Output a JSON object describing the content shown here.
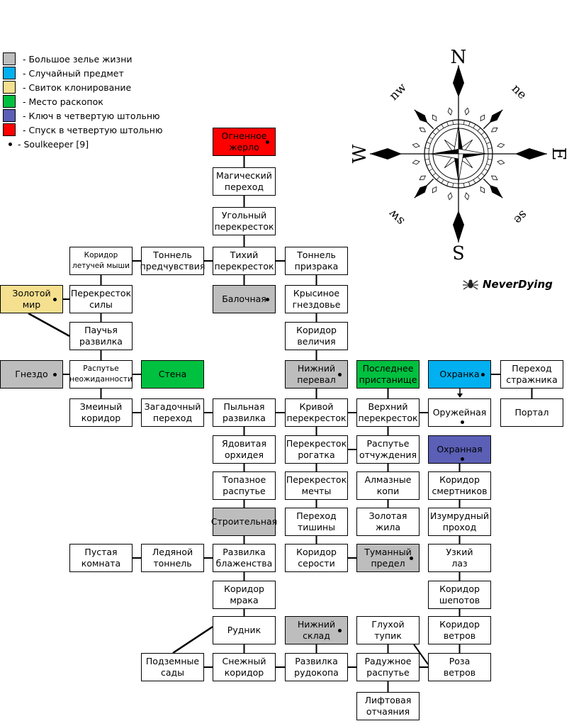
{
  "legend": [
    {
      "color": "#bdbdbd",
      "label": "- Большое зелье жизни"
    },
    {
      "color": "#00b0f0",
      "label": "- Случайный предмет"
    },
    {
      "color": "#f5e08f",
      "label": "- Свиток клонирование"
    },
    {
      "color": "#00c040",
      "label": "- Место раскопок"
    },
    {
      "color": "#5b5fb5",
      "label": "- Ключ в четвертую штольню"
    },
    {
      "color": "#ff0000",
      "label": "- Спуск в четвертую штольню"
    }
  ],
  "legend_marker": {
    "label": "- Soulkeeper [9]"
  },
  "compass": {
    "n": "N",
    "s": "S",
    "e": "E",
    "w": "W",
    "ne": "ne",
    "nw": "nw",
    "se": "se",
    "sw": "sw"
  },
  "brand": {
    "name": "NeverDying",
    "icon": "spider-icon"
  },
  "rooms": [
    {
      "id": "ognennoe",
      "label": "Огненное\nжерло",
      "color": "#ff0000",
      "marker": true
    },
    {
      "id": "magicheskiy",
      "label": "Магический\nпереход"
    },
    {
      "id": "ugolny",
      "label": "Угольный\nперекресток"
    },
    {
      "id": "koridor_mysh",
      "label": "Коридор\nлетучей мыши",
      "small": true
    },
    {
      "id": "tonnel_pred",
      "label": "Тоннель\nпредчувствия"
    },
    {
      "id": "tihiy",
      "label": "Тихий\nперекресток"
    },
    {
      "id": "tonnel_priz",
      "label": "Тоннель\nпризрака"
    },
    {
      "id": "zolotoy",
      "label": "Золотой\nмир",
      "color": "#f5e08f",
      "marker": true
    },
    {
      "id": "perekr_sily",
      "label": "Перекресток\nсилы"
    },
    {
      "id": "balochnaya",
      "label": "Балочная",
      "color": "#bdbdbd",
      "marker": true
    },
    {
      "id": "krysinoe",
      "label": "Крысиное\nгнездовье"
    },
    {
      "id": "pauchya",
      "label": "Паучья\nразвилка"
    },
    {
      "id": "koridor_vel",
      "label": "Коридор\nвеличия"
    },
    {
      "id": "gnezdo",
      "label": "Гнездо",
      "color": "#bdbdbd",
      "marker": true
    },
    {
      "id": "rasp_neozh",
      "label": "Распутье\nнеожиданности",
      "small": true
    },
    {
      "id": "stena",
      "label": "Стена",
      "color": "#00c040"
    },
    {
      "id": "nizhniy_per",
      "label": "Нижний\nперевал",
      "color": "#bdbdbd",
      "marker": true
    },
    {
      "id": "poslednee",
      "label": "Последнее\nпристанище",
      "color": "#00c040"
    },
    {
      "id": "ohranka",
      "label": "Охранка",
      "color": "#00b0f0",
      "marker": true
    },
    {
      "id": "perehod_str",
      "label": "Переход\nстражника"
    },
    {
      "id": "zmeiniy",
      "label": "Змеиный\nкоридор"
    },
    {
      "id": "zagadochny",
      "label": "Загадочный\nпереход"
    },
    {
      "id": "pylnaya",
      "label": "Пыльная\nразвилка"
    },
    {
      "id": "krivoy",
      "label": "Кривой\nперекресток"
    },
    {
      "id": "verhniy",
      "label": "Верхний\nперекресток"
    },
    {
      "id": "oruzheynaya",
      "label": "Оружейная",
      "marker": true
    },
    {
      "id": "portal",
      "label": "Портал"
    },
    {
      "id": "yadovitaya",
      "label": "Ядовитая\nорхидея"
    },
    {
      "id": "rogatka",
      "label": "Перекресток\nрогатка"
    },
    {
      "id": "otchuzhd",
      "label": "Распутье\nотчуждения"
    },
    {
      "id": "ohrannaya",
      "label": "Охранная",
      "color": "#5b5fb5",
      "marker": true
    },
    {
      "id": "topaznoe",
      "label": "Топазное\nраспутье"
    },
    {
      "id": "mechty",
      "label": "Перекресток\nмечты"
    },
    {
      "id": "almaznye",
      "label": "Алмазные\nкопи"
    },
    {
      "id": "smertnikov",
      "label": "Коридор\nсмертников"
    },
    {
      "id": "stroitelnaya",
      "label": "Строительная",
      "color": "#bdbdbd"
    },
    {
      "id": "tishiny",
      "label": "Переход\nтишины"
    },
    {
      "id": "zolotaya",
      "label": "Золотая\nжила"
    },
    {
      "id": "izumrudny",
      "label": "Изумрудный\nпроход"
    },
    {
      "id": "pustaya",
      "label": "Пустая\nкомната"
    },
    {
      "id": "ledyanoy",
      "label": "Ледяной\nтоннель"
    },
    {
      "id": "blazhenstva",
      "label": "Развилка\nблаженства"
    },
    {
      "id": "serosti",
      "label": "Коридор\nсерости"
    },
    {
      "id": "tumanny",
      "label": "Туманный\nпредел",
      "color": "#bdbdbd",
      "marker": true
    },
    {
      "id": "uzkiy",
      "label": "Узкий\nлаз"
    },
    {
      "id": "mraka",
      "label": "Коридор\nмрака"
    },
    {
      "id": "shepotov",
      "label": "Коридор\nшепотов"
    },
    {
      "id": "rudnik",
      "label": "Рудник"
    },
    {
      "id": "nizhniy_sklad",
      "label": "Нижний\nсклад",
      "color": "#bdbdbd",
      "marker": true
    },
    {
      "id": "gluhoy",
      "label": "Глухой\nтупик"
    },
    {
      "id": "vetrov",
      "label": "Коридор\nветров"
    },
    {
      "id": "podzemnye",
      "label": "Подземные\nсады"
    },
    {
      "id": "snezhny",
      "label": "Снежный\nкоридор"
    },
    {
      "id": "rudokopa",
      "label": "Развилка\nрудокопа"
    },
    {
      "id": "raduzhnoe",
      "label": "Радужное\nраспутье"
    },
    {
      "id": "roza",
      "label": "Роза\nветров"
    },
    {
      "id": "liftovaya",
      "label": "Лифтовая\nотчаяния"
    }
  ]
}
